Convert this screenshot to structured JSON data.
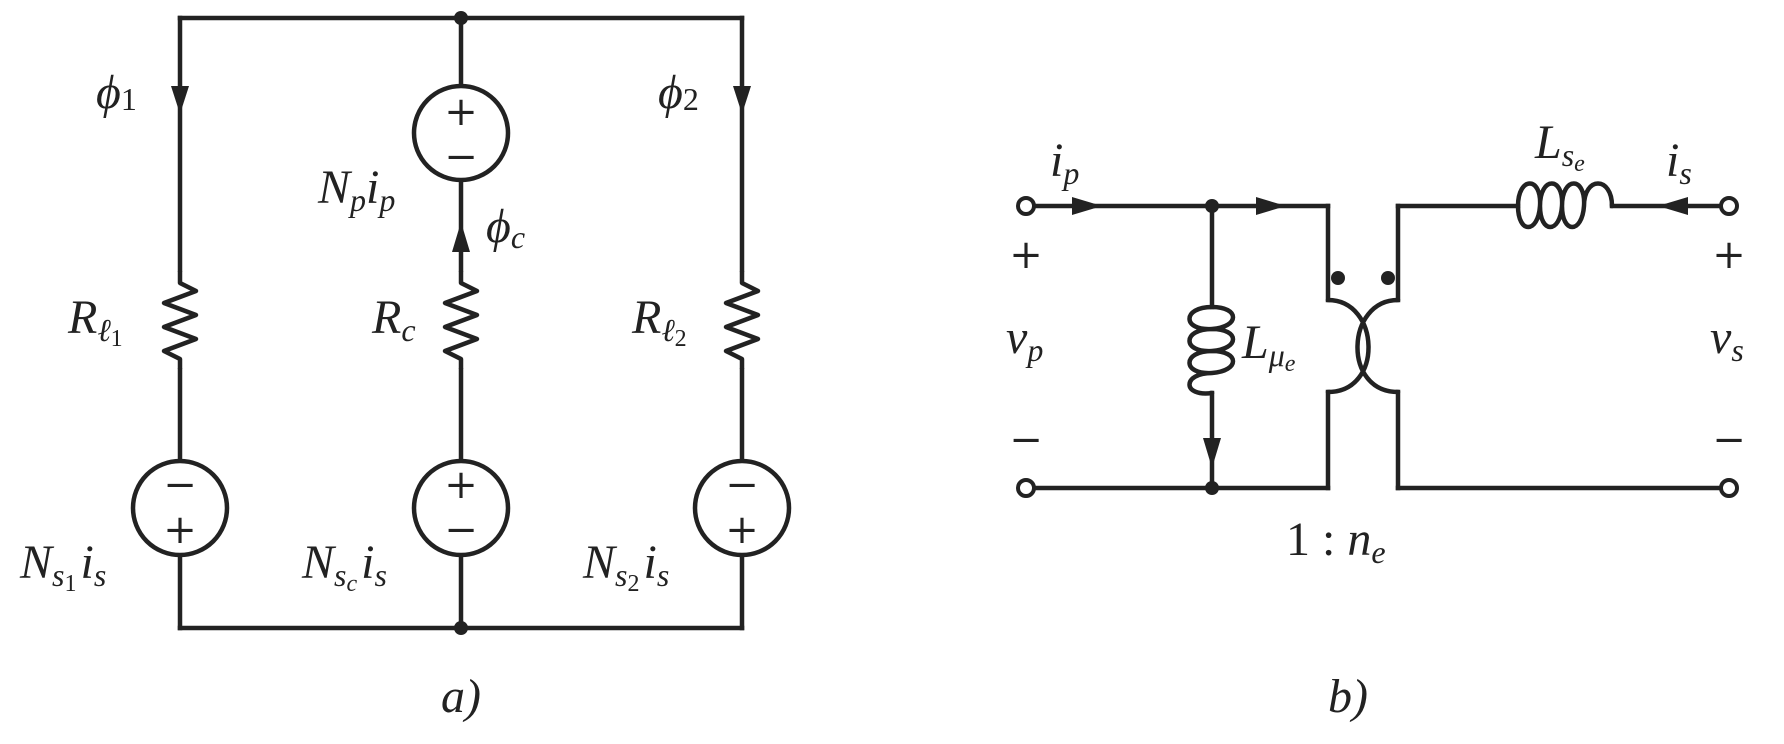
{
  "panel_a": {
    "caption": "a)",
    "flux_left": {
      "sym": "ϕ",
      "sub": "1"
    },
    "flux_right": {
      "sym": "ϕ",
      "sub": "2"
    },
    "flux_center": {
      "sym": "ϕ",
      "sub": "c"
    },
    "source_top": {
      "n": "N",
      "n_sub": "p",
      "i": "i",
      "i_sub": "p",
      "plus": "+",
      "minus": "−"
    },
    "res_left": {
      "sym": "R",
      "sub": "ℓ",
      "subsub": "1"
    },
    "res_center": {
      "sym": "R",
      "sub": "c"
    },
    "res_right": {
      "sym": "R",
      "sub": "ℓ",
      "subsub": "2"
    },
    "source_left": {
      "n": "N",
      "n_sub": "s",
      "n_subsub": "1",
      "i": "i",
      "i_sub": "s",
      "plus": "+",
      "minus": "−"
    },
    "source_center": {
      "n": "N",
      "n_sub": "s",
      "n_subsub": "c",
      "i": "i",
      "i_sub": "s",
      "plus": "+",
      "minus": "−"
    },
    "source_right": {
      "n": "N",
      "n_sub": "s",
      "n_subsub": "2",
      "i": "i",
      "i_sub": "s",
      "plus": "+",
      "minus": "−"
    }
  },
  "panel_b": {
    "caption": "b)",
    "ip": {
      "sym": "i",
      "sub": "p"
    },
    "is": {
      "sym": "i",
      "sub": "s"
    },
    "vp": {
      "sym": "v",
      "sub": "p"
    },
    "vs": {
      "sym": "v",
      "sub": "s"
    },
    "lse": {
      "sym": "L",
      "sub": "s",
      "subsub": "e"
    },
    "lmu": {
      "sym": "L",
      "sub": "μ",
      "subsub": "e"
    },
    "ratio": {
      "num": "1 : ",
      "sym": "n",
      "sub": "e"
    },
    "plus": "+",
    "minus": "−"
  }
}
